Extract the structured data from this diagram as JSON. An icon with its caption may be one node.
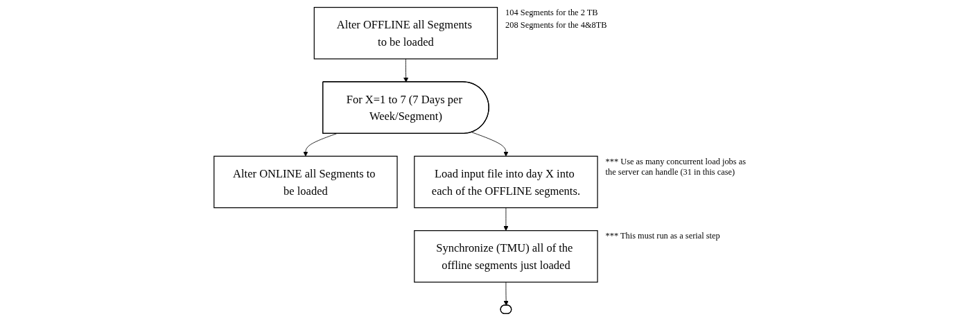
{
  "diagram": {
    "nodes": [
      {
        "text": [
          "Alter OFFLINE all Segments to be loaded"
        ],
        "beside": [
          "104 Segments for the 2 TB",
          "208 Segments for the 4&8TB"
        ]
      },
      {
        "text": [
          "For X=1 to 7 (7 Days per Week/Segment)"
        ]
      },
      {
        "text": [
          "Alter ONLINE all Segments to be loaded"
        ]
      },
      {
        "text": [
          "Load input file into day X into each of the OFFLINE segments."
        ],
        "beside": [
          "*** Use as many concurrent load jobs as the server can handle (31 in this case)"
        ]
      },
      {
        "text": [
          "Synchronize (TMU) all of the offline segments just loaded"
        ],
        "beside": [
          "*** This must run as a serial step"
        ]
      },
      {
        "text": [],
        "shape": "terminal"
      }
    ],
    "edges": [
      {
        "from": 0,
        "to": 1,
        "arrow": "to"
      },
      {
        "from": 1,
        "to": 2,
        "arrow": "to"
      },
      {
        "from": 1,
        "to": 3,
        "arrow": "to"
      },
      {
        "from": 3,
        "to": 4,
        "arrow": "to"
      },
      {
        "from": 4,
        "to": 5,
        "arrow": "to"
      }
    ]
  }
}
